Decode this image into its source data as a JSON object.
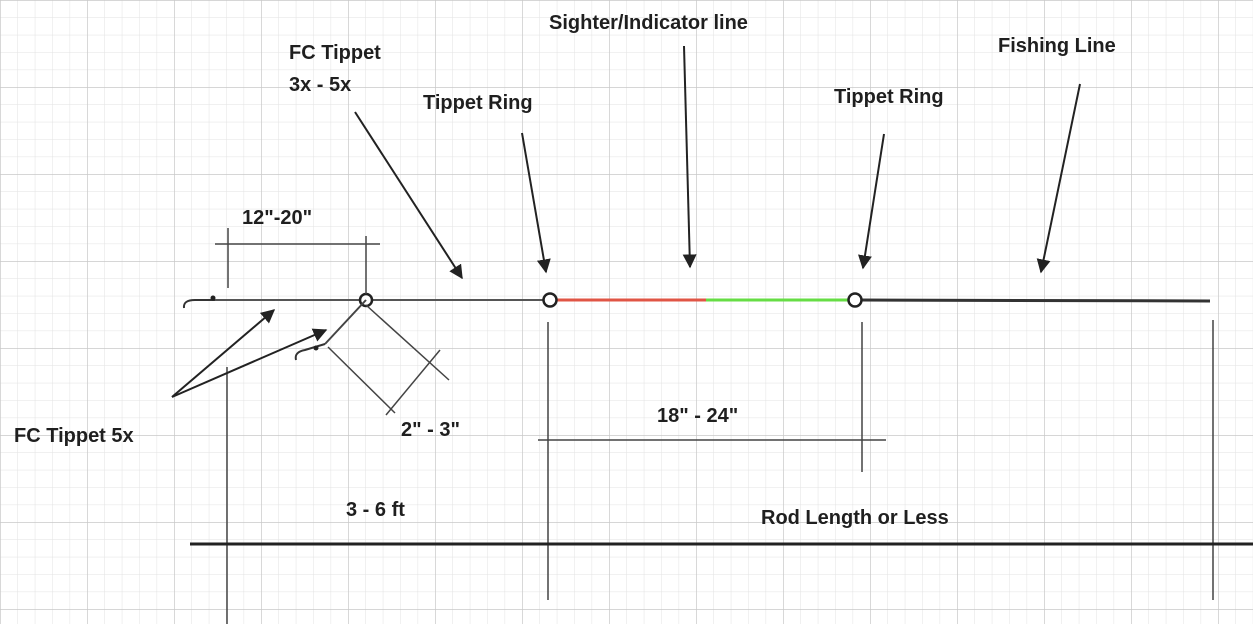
{
  "labels": {
    "fc_tippet_top_line1": "FC Tippet",
    "fc_tippet_top_line2": "3x - 5x",
    "tippet_ring_left": "Tippet Ring",
    "sighter": "Sighter/Indicator line",
    "tippet_ring_right": "Tippet Ring",
    "fishing_line": "Fishing Line",
    "dim_12_20": "12\"-20\"",
    "fc_tippet_5x": "FC Tippet  5x",
    "dim_2_3": "2\" - 3\"",
    "dim_18_24": "18\" - 24\"",
    "dim_3_6": "3 - 6 ft",
    "rod_length": "Rod Length or Less"
  },
  "colors": {
    "grid": "#cfcfcf",
    "line": "#333333",
    "sighter_red": "#e05545",
    "sighter_green": "#66dd44"
  }
}
